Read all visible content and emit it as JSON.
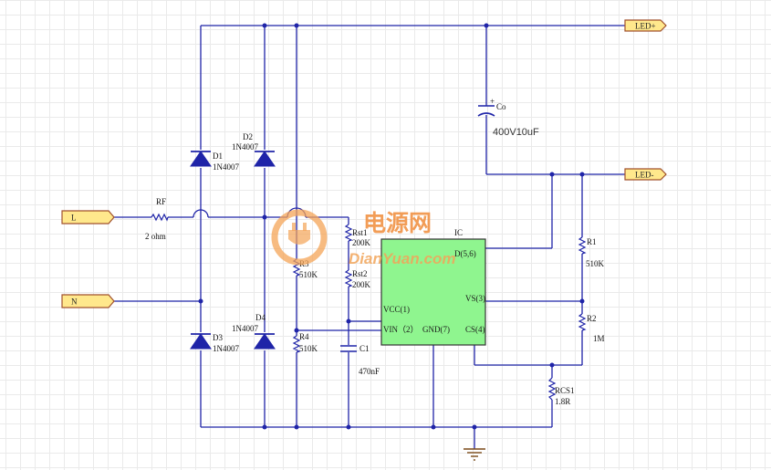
{
  "ports": {
    "led_plus": "LED+",
    "led_minus": "LED-",
    "line": "L",
    "neutral": "N"
  },
  "components": {
    "rf": {
      "ref": "RF",
      "value": "2 ohm"
    },
    "d1": {
      "ref": "D1",
      "value": "1N4007"
    },
    "d2": {
      "ref": "D2",
      "value": "1N4007"
    },
    "d3": {
      "ref": "D3",
      "value": "1N4007"
    },
    "d4": {
      "ref": "D4",
      "value": "1N4007"
    },
    "r3": {
      "ref": "R3",
      "value": "510K"
    },
    "r4": {
      "ref": "R4",
      "value": "510K"
    },
    "rst1": {
      "ref": "Rst1",
      "value": "200K"
    },
    "rst2": {
      "ref": "Rst2",
      "value": "200K"
    },
    "c1": {
      "ref": "C1",
      "value": "470nF"
    },
    "co": {
      "ref": "Co",
      "value": "400V10uF",
      "polarity": "+"
    },
    "r1": {
      "ref": "R1",
      "value": "510K"
    },
    "r2": {
      "ref": "R2",
      "value": "1M"
    },
    "rcs1": {
      "ref": "RCS1",
      "value": "1.8R"
    }
  },
  "ic": {
    "ref": "IC",
    "pins": {
      "d": "D(5,6)",
      "vcc": "VCC(1)",
      "vin": "VIN（2）",
      "gnd": "GND(7)",
      "vs": "VS(3)",
      "cs": "CS(4)"
    }
  },
  "watermark": {
    "cn": "电源网",
    "en": "DianYuan.com"
  },
  "colors": {
    "wire": "#1f24a8",
    "ic_fill": "#8ff58f",
    "port_fill": "#ffe88c",
    "port_border": "#a0522d",
    "watermark": "#f08c3a"
  }
}
